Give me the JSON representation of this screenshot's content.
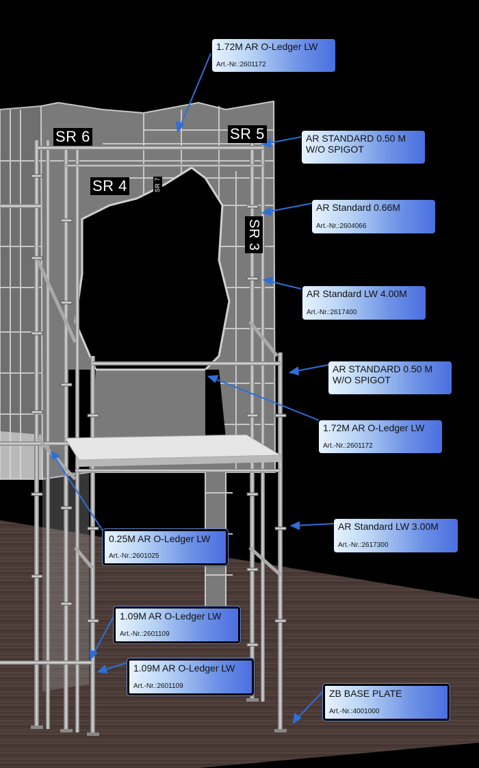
{
  "wall_tags": {
    "sr6": "SR 6",
    "sr5": "SR 5",
    "sr4": "SR 4",
    "sr7": "SR 7",
    "sr3": "SR 3"
  },
  "callouts": [
    {
      "name": "1.72M AR O-Ledger LW",
      "art": "Art.-Nr.:2601172"
    },
    {
      "name": "AR STANDARD 0.50 M\nW/O SPIGOT",
      "art": ""
    },
    {
      "name": "AR Standard 0.66M",
      "art": "Art.-Nr.:2604066"
    },
    {
      "name": "AR Standard LW 4.00M",
      "art": "Art.-Nr.:2617400"
    },
    {
      "name": "AR STANDARD 0.50 M\nW/O SPIGOT",
      "art": ""
    },
    {
      "name": "1.72M AR O-Ledger LW",
      "art": "Art.-Nr.:2601172"
    },
    {
      "name": "AR Standard LW 3.00M",
      "art": "Art.-Nr.:2617300"
    },
    {
      "name": "0.25M AR O-Ledger LW",
      "art": "Art.-Nr.:2601025"
    },
    {
      "name": "1.09M AR O-Ledger LW",
      "art": "Art.-Nr.:2601109"
    },
    {
      "name": "1.09M AR O-Ledger LW",
      "art": "Art.-Nr.:2601109"
    },
    {
      "name": "ZB BASE PLATE",
      "art": "Art.-Nr.:4001000"
    }
  ],
  "colors": {
    "wall": "#7a7a7a",
    "wall_line": "#c8c8c8",
    "floor": "#4a3a36",
    "arrow": "#2e6fd8",
    "pipe": "#b5b5b5",
    "deck": "#e6e6e6"
  }
}
